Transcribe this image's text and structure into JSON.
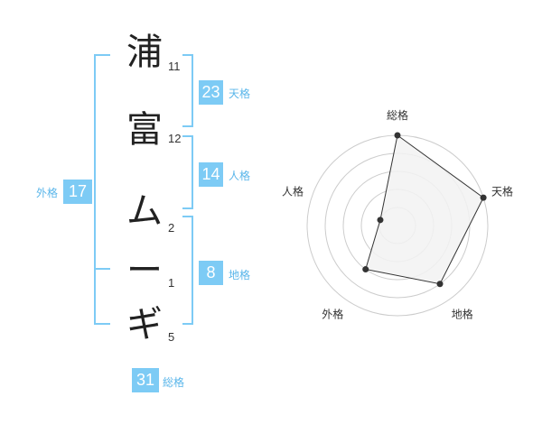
{
  "name_chars": [
    {
      "char": "浦",
      "strokes": "11"
    },
    {
      "char": "富",
      "strokes": "12"
    },
    {
      "char": "ム",
      "strokes": "2"
    },
    {
      "char": "ー",
      "strokes": "1"
    },
    {
      "char": "ギ",
      "strokes": "5"
    }
  ],
  "fortunes": {
    "tenkaku": {
      "value": "23",
      "label": "天格"
    },
    "jinkaku": {
      "value": "14",
      "label": "人格"
    },
    "chikaku": {
      "value": "8",
      "label": "地格"
    },
    "gaikaku": {
      "value": "17",
      "label": "外格"
    },
    "soukaku": {
      "value": "31",
      "label": "総格"
    }
  },
  "radar": {
    "axes": [
      "総格",
      "天格",
      "地格",
      "外格",
      "人格"
    ],
    "values": [
      5,
      5,
      4,
      3,
      1
    ],
    "max": 5,
    "fill_color": "#f2f2f2",
    "line_color": "#333333",
    "grid_color": "#cccccc"
  },
  "colors": {
    "accent": "#7dcbf5",
    "accent_text": "#5ab6ea"
  }
}
